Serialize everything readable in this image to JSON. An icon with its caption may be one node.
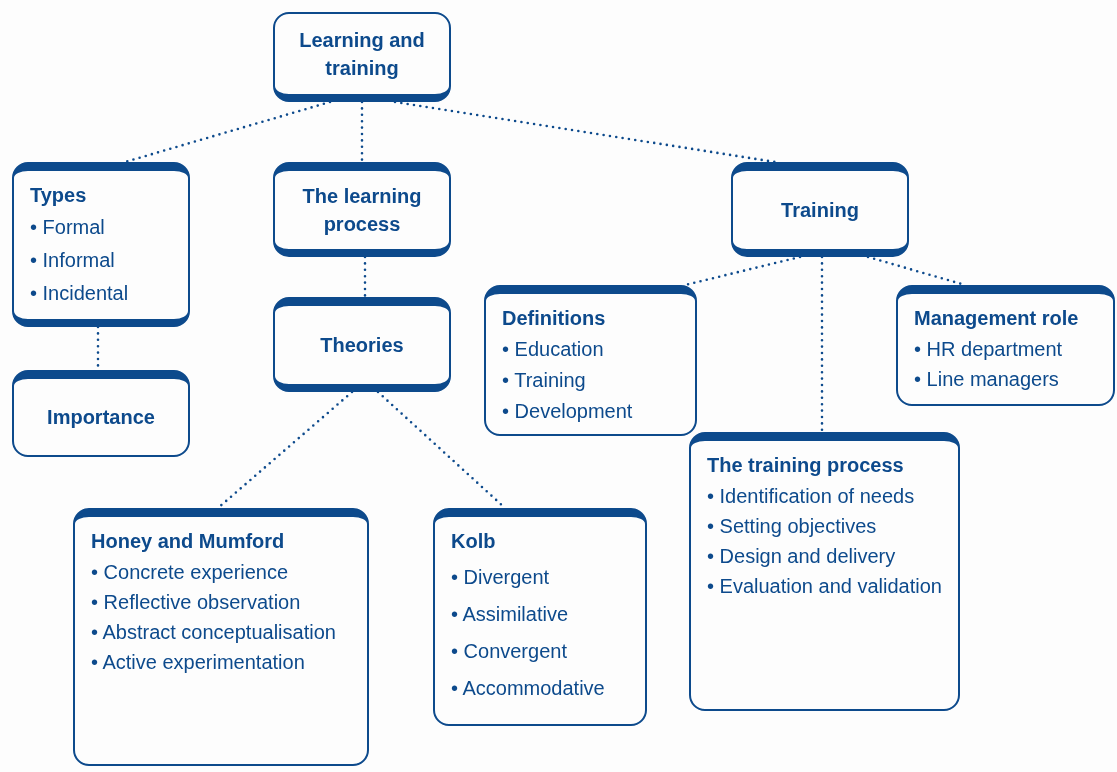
{
  "diagram": {
    "nodes": [
      {
        "text": [
          "Learning and training"
        ]
      },
      {
        "text": [
          "Types",
          "• Formal",
          "• Informal",
          "• Incidental"
        ]
      },
      {
        "text": [
          "Importance"
        ]
      },
      {
        "text": [
          "The learning process"
        ]
      },
      {
        "text": [
          "Theories"
        ]
      },
      {
        "text": [
          "Training"
        ]
      },
      {
        "text": [
          "Definitions",
          "• Education",
          "• Training",
          "• Development"
        ]
      },
      {
        "text": [
          "Management role",
          "• HR department",
          "• Line managers"
        ]
      },
      {
        "text": [
          "The training process",
          "• Identification of needs",
          "• Setting objectives",
          "• Design and delivery",
          "• Evaluation and validation"
        ]
      },
      {
        "text": [
          "Honey and Mumford",
          "• Concrete experience",
          "• Reflective observation",
          "• Abstract conceptualisation",
          "• Active experimentation"
        ]
      },
      {
        "text": [
          "Kolb",
          "• Divergent",
          "• Assimilative",
          "• Convergent",
          "• Accommodative"
        ]
      }
    ],
    "edges": [
      {
        "from": 0,
        "to": 1,
        "arrow": "none"
      },
      {
        "from": 0,
        "to": 3,
        "arrow": "none"
      },
      {
        "from": 0,
        "to": 5,
        "arrow": "none"
      },
      {
        "from": 1,
        "to": 2,
        "arrow": "none"
      },
      {
        "from": 3,
        "to": 4,
        "arrow": "none"
      },
      {
        "from": 4,
        "to": 9,
        "arrow": "none"
      },
      {
        "from": 4,
        "to": 10,
        "arrow": "none"
      },
      {
        "from": 5,
        "to": 6,
        "arrow": "none"
      },
      {
        "from": 5,
        "to": 8,
        "arrow": "none"
      },
      {
        "from": 5,
        "to": 7,
        "arrow": "none"
      }
    ]
  }
}
